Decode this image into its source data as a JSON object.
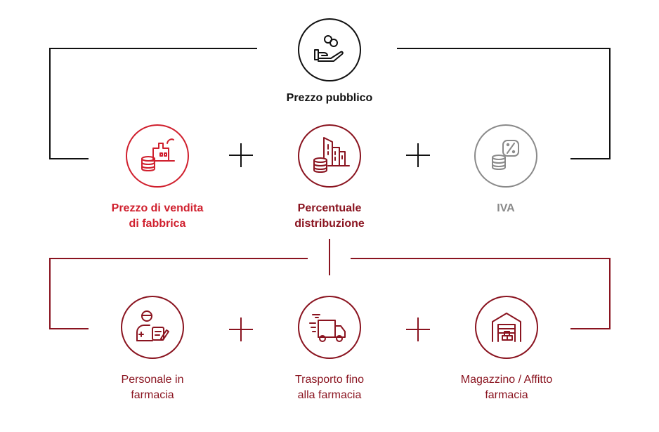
{
  "colors": {
    "black": "#111111",
    "red": "#d0202e",
    "dark_red": "#8a1420",
    "gray": "#8a8a8a"
  },
  "top": {
    "label": "Prezzo pubblico",
    "icon": "hand-coins-icon",
    "color": "#111111"
  },
  "middle": [
    {
      "label_lines": [
        "Prezzo di vendita",
        "di fabbrica"
      ],
      "icon": "factory-coins-icon",
      "color": "#d0202e"
    },
    {
      "label_lines": [
        "Percentuale",
        "distribuzione"
      ],
      "icon": "buildings-coins-icon",
      "color": "#8a1420"
    },
    {
      "label_lines": [
        "IVA"
      ],
      "icon": "percent-coins-icon",
      "color": "#8a8a8a"
    }
  ],
  "bottom": [
    {
      "label_lines": [
        "Personale in",
        "farmacia"
      ],
      "icon": "pharmacist-icon",
      "color": "#8a1420"
    },
    {
      "label_lines": [
        "Trasporto fino",
        "alla farmacia"
      ],
      "icon": "delivery-truck-icon",
      "color": "#8a1420"
    },
    {
      "label_lines": [
        "Magazzino / Affitto",
        "farmacia"
      ],
      "icon": "warehouse-icon",
      "color": "#8a1420"
    }
  ]
}
